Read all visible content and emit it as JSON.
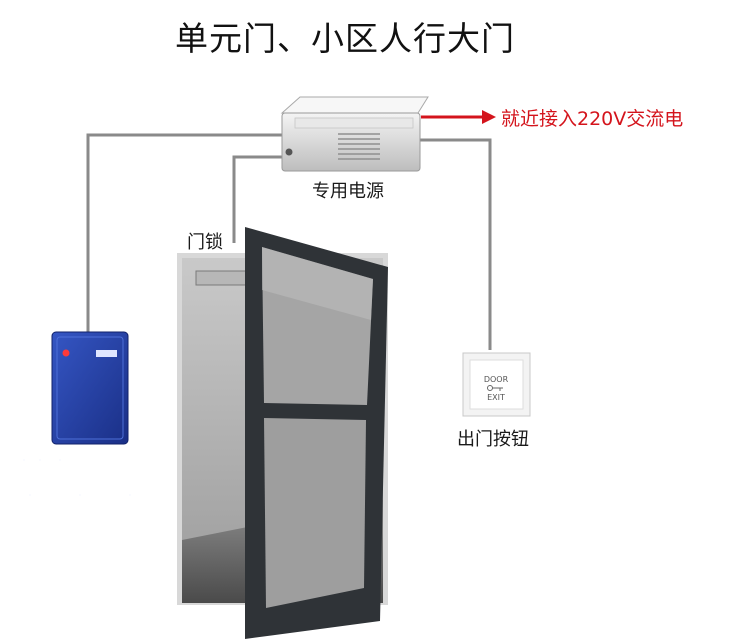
{
  "title": "单元门、小区人行大门",
  "labels": {
    "power_input": "就近接入220V交流电",
    "power_supply": "专用电源",
    "door_lock": "门锁",
    "exit_button": "出门按钮"
  },
  "exit_button_face": {
    "top": "DOOR",
    "bottom": "EXIT"
  },
  "colors": {
    "wire": "#8a8a8a",
    "arrow": "#d4141c",
    "reader": "#1f3fa8",
    "door_frame": "#2f3337",
    "power_box": "#dcdcdc"
  }
}
